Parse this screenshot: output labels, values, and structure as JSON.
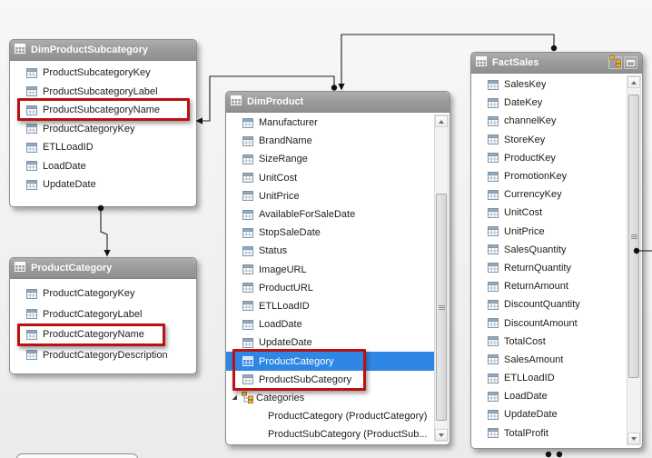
{
  "view": {
    "name": "tabular-model-diagram-view"
  },
  "colors": {
    "selection_blue": "#2e87e4",
    "annotation_red": "#bb1111",
    "table_header_gray": "#9c9c9c",
    "hierarchy_icon_orange": "#f3b64b"
  },
  "tables": [
    {
      "id": "dim_product_subcategory",
      "title": "DimProductSubcategory",
      "rows": [
        {
          "type": "col",
          "label": "ProductSubcategoryKey"
        },
        {
          "type": "col",
          "label": "ProductSubcategoryLabel"
        },
        {
          "type": "col",
          "label": "ProductSubcategoryName",
          "highlighted": true
        },
        {
          "type": "col",
          "label": "ProductCategoryKey"
        },
        {
          "type": "col",
          "label": "ETLLoadID"
        },
        {
          "type": "col",
          "label": "LoadDate"
        },
        {
          "type": "col",
          "label": "UpdateDate"
        }
      ]
    },
    {
      "id": "product_category",
      "title": "ProductCategory",
      "rows": [
        {
          "type": "col",
          "label": "ProductCategoryKey"
        },
        {
          "type": "col",
          "label": "ProductCategoryLabel"
        },
        {
          "type": "col",
          "label": "ProductCategoryName",
          "highlighted": true
        },
        {
          "type": "col",
          "label": "ProductCategoryDescription"
        }
      ]
    },
    {
      "id": "dim_product",
      "title": "DimProduct",
      "scrollbar": true,
      "rows": [
        {
          "type": "col",
          "label": "Manufacturer"
        },
        {
          "type": "col",
          "label": "BrandName"
        },
        {
          "type": "col",
          "label": "SizeRange"
        },
        {
          "type": "col",
          "label": "UnitCost"
        },
        {
          "type": "col",
          "label": "UnitPrice"
        },
        {
          "type": "col",
          "label": "AvailableForSaleDate"
        },
        {
          "type": "col",
          "label": "StopSaleDate"
        },
        {
          "type": "col",
          "label": "Status"
        },
        {
          "type": "col",
          "label": "ImageURL"
        },
        {
          "type": "col",
          "label": "ProductURL"
        },
        {
          "type": "col",
          "label": "ETLLoadID"
        },
        {
          "type": "col",
          "label": "LoadDate"
        },
        {
          "type": "col",
          "label": "UpdateDate"
        },
        {
          "type": "col",
          "label": "ProductCategory",
          "selected": true,
          "highlighted": true
        },
        {
          "type": "col",
          "label": "ProductSubCategory",
          "highlighted": true
        },
        {
          "type": "hier",
          "label": "Categories",
          "expanded": true
        },
        {
          "type": "child",
          "label": "ProductCategory (ProductCategory)"
        },
        {
          "type": "child",
          "label": "ProductSubCategory (ProductSub..."
        }
      ]
    },
    {
      "id": "fact_sales",
      "title": "FactSales",
      "scrollbar": true,
      "header_buttons": [
        {
          "icon": "hierarchy-icon"
        },
        {
          "icon": "restore-icon"
        }
      ],
      "rows": [
        {
          "type": "col",
          "label": "SalesKey"
        },
        {
          "type": "col",
          "label": "DateKey"
        },
        {
          "type": "col",
          "label": "channelKey"
        },
        {
          "type": "col",
          "label": "StoreKey"
        },
        {
          "type": "col",
          "label": "ProductKey"
        },
        {
          "type": "col",
          "label": "PromotionKey"
        },
        {
          "type": "col",
          "label": "CurrencyKey"
        },
        {
          "type": "col",
          "label": "UnitCost"
        },
        {
          "type": "col",
          "label": "UnitPrice"
        },
        {
          "type": "col",
          "label": "SalesQuantity"
        },
        {
          "type": "col",
          "label": "ReturnQuantity"
        },
        {
          "type": "col",
          "label": "ReturnAmount"
        },
        {
          "type": "col",
          "label": "DiscountQuantity"
        },
        {
          "type": "col",
          "label": "DiscountAmount"
        },
        {
          "type": "col",
          "label": "TotalCost"
        },
        {
          "type": "col",
          "label": "SalesAmount"
        },
        {
          "type": "col",
          "label": "ETLLoadID"
        },
        {
          "type": "col",
          "label": "LoadDate"
        },
        {
          "type": "col",
          "label": "UpdateDate"
        },
        {
          "type": "col",
          "label": "TotalProfit"
        }
      ]
    }
  ],
  "relationships": [
    {
      "from": "FactSales",
      "to": "DimProduct"
    },
    {
      "from": "DimProduct",
      "to": "DimProductSubcategory"
    },
    {
      "from": "DimProductSubcategory",
      "to": "ProductCategory"
    },
    {
      "from": "FactSales",
      "to": "offscreen-right"
    },
    {
      "from": "FactSales",
      "to": "offscreen-bottom"
    }
  ],
  "highlighted_fields": [
    "ProductSubcategoryName",
    "ProductCategoryName",
    "ProductCategory",
    "ProductSubCategory"
  ]
}
